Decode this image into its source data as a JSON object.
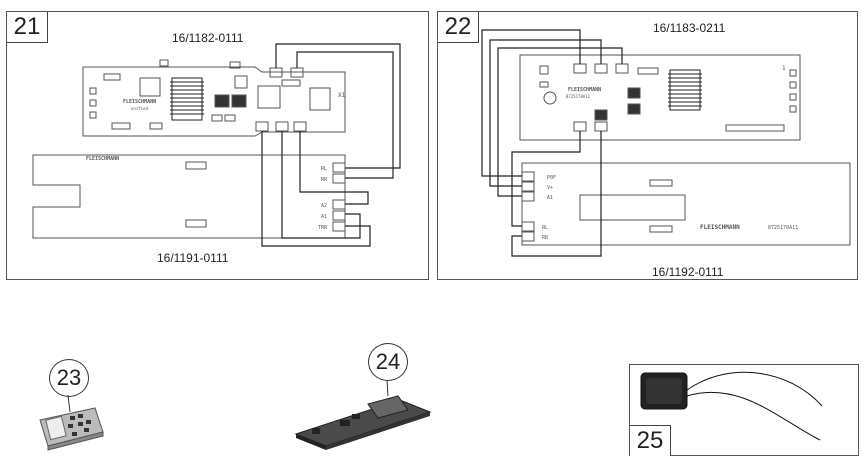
{
  "panels": {
    "p21": {
      "number": "21",
      "top_part": "16/1182-0111",
      "bottom_part": "16/1191-0111",
      "brand": "FLEISCHMANN",
      "sub": "unified",
      "x1": "X1",
      "pins_right": [
        "RL",
        "RR"
      ],
      "pins_right2": [
        "A2",
        "A1",
        "TRR"
      ]
    },
    "p22": {
      "number": "22",
      "top_part": "16/1183-0211",
      "bottom_part": "16/1192-0111",
      "brand": "FLEISCHMANN",
      "code": "8725170A11",
      "pins_left": [
        "P0F",
        "V+",
        "A1"
      ],
      "pins_left2": [
        "RL",
        "RR"
      ],
      "pin_one": "1"
    },
    "p23": {
      "number": "23"
    },
    "p24": {
      "number": "24"
    },
    "p25": {
      "number": "25"
    }
  }
}
